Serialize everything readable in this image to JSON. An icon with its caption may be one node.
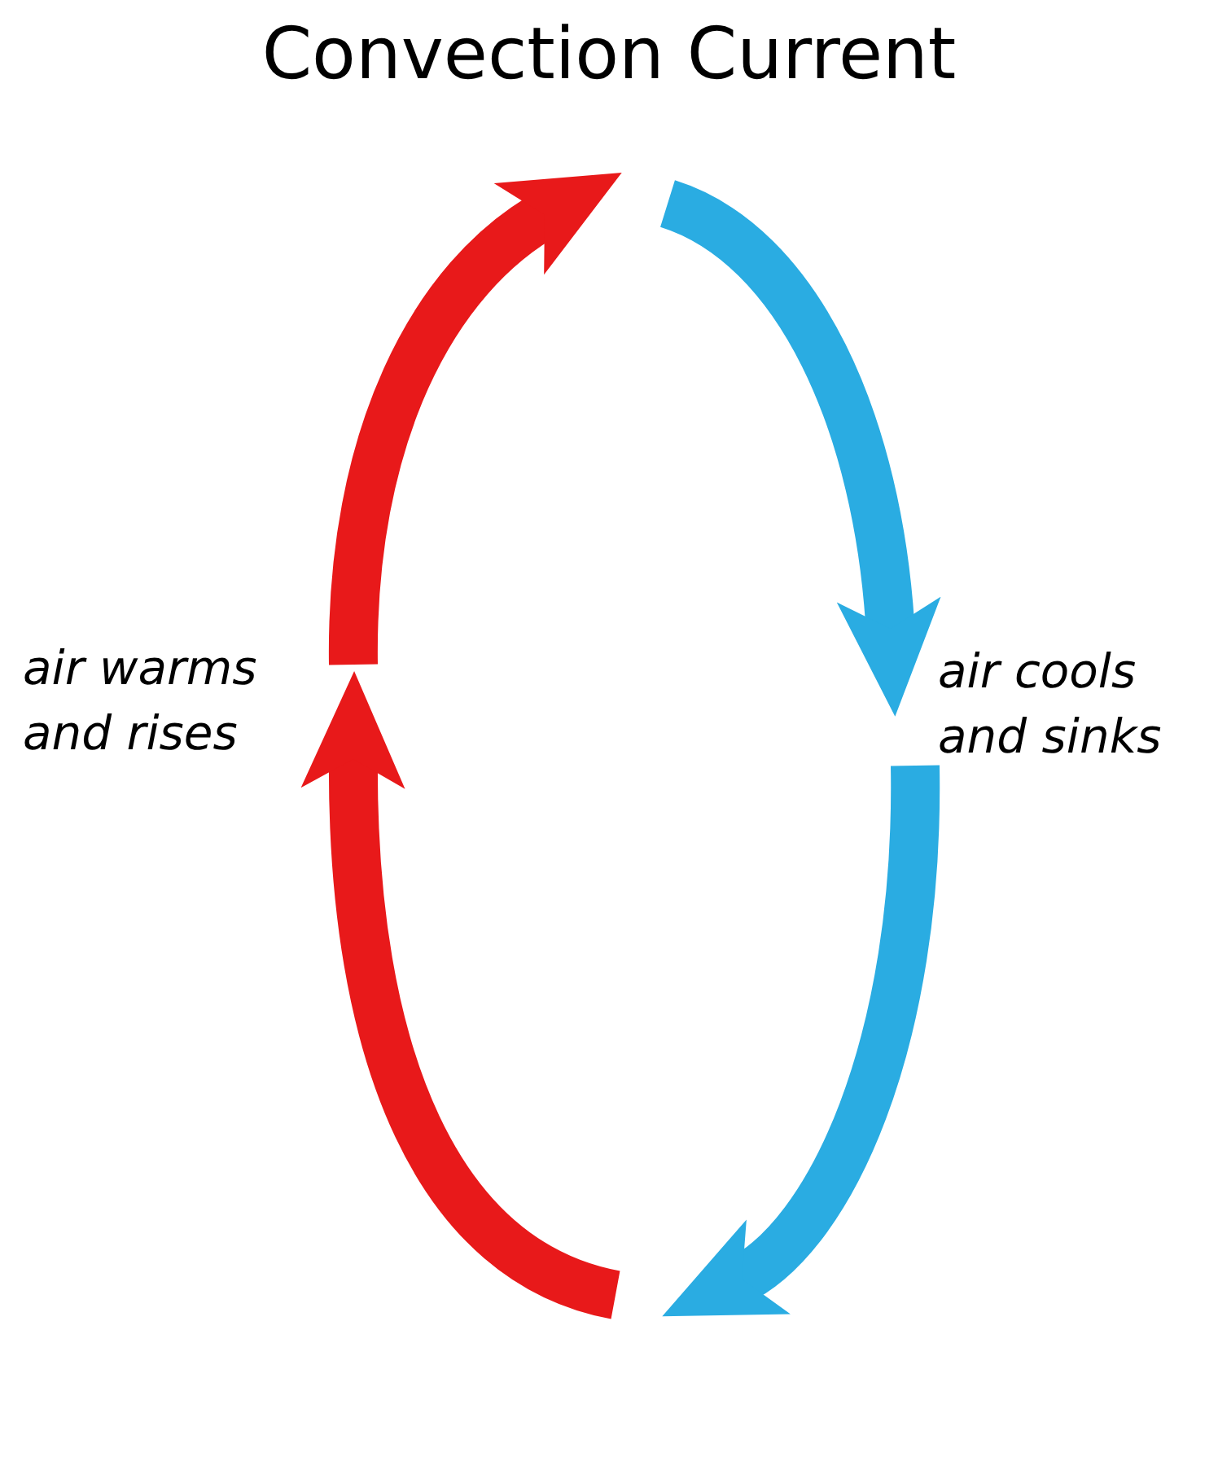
{
  "diagram": {
    "title": "Convection Current",
    "labels": [
      "air warms and rises",
      "air cools and sinks"
    ]
  }
}
